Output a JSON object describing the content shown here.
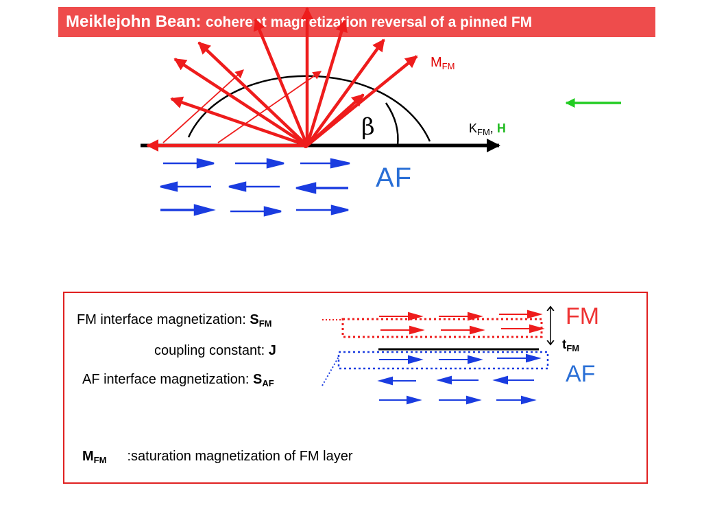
{
  "title": {
    "part1": "Meiklejohn Bean: ",
    "part2": "coherent magnetization reversal of a pinned FM"
  },
  "diagram": {
    "m_fm_label": "M",
    "m_fm_sub": "FM",
    "beta": "β",
    "k_fm_label": "K",
    "k_fm_sub": "FM",
    "k_fm_sep": ", ",
    "h_label": "H",
    "af_label": "AF"
  },
  "parameters_box": {
    "s_fm": {
      "text": "FM interface magnetization: ",
      "sym": "S",
      "sub": "FM"
    },
    "j": {
      "text": "coupling constant: ",
      "sym": "J"
    },
    "s_af": {
      "text": "AF interface magnetization: ",
      "sym": "S",
      "sub": "AF"
    },
    "fm_tag": "FM",
    "af_tag": "AF",
    "t_fm": {
      "sym": "t",
      "sub": "FM"
    },
    "m_fm_def": {
      "sym": "M",
      "sub": "FM",
      "text": ":saturation magnetization of FM layer"
    }
  },
  "colors": {
    "title_bg": "#ee4c4c",
    "fm_red": "#ee1c1c",
    "af_blue": "#1a3ce0",
    "h_green": "#22bb22",
    "box_border": "#e02020"
  },
  "icons": [
    "magnetization-arrow-icon",
    "spin-arrow-icon",
    "field-arrow-icon",
    "double-arrow-icon"
  ]
}
